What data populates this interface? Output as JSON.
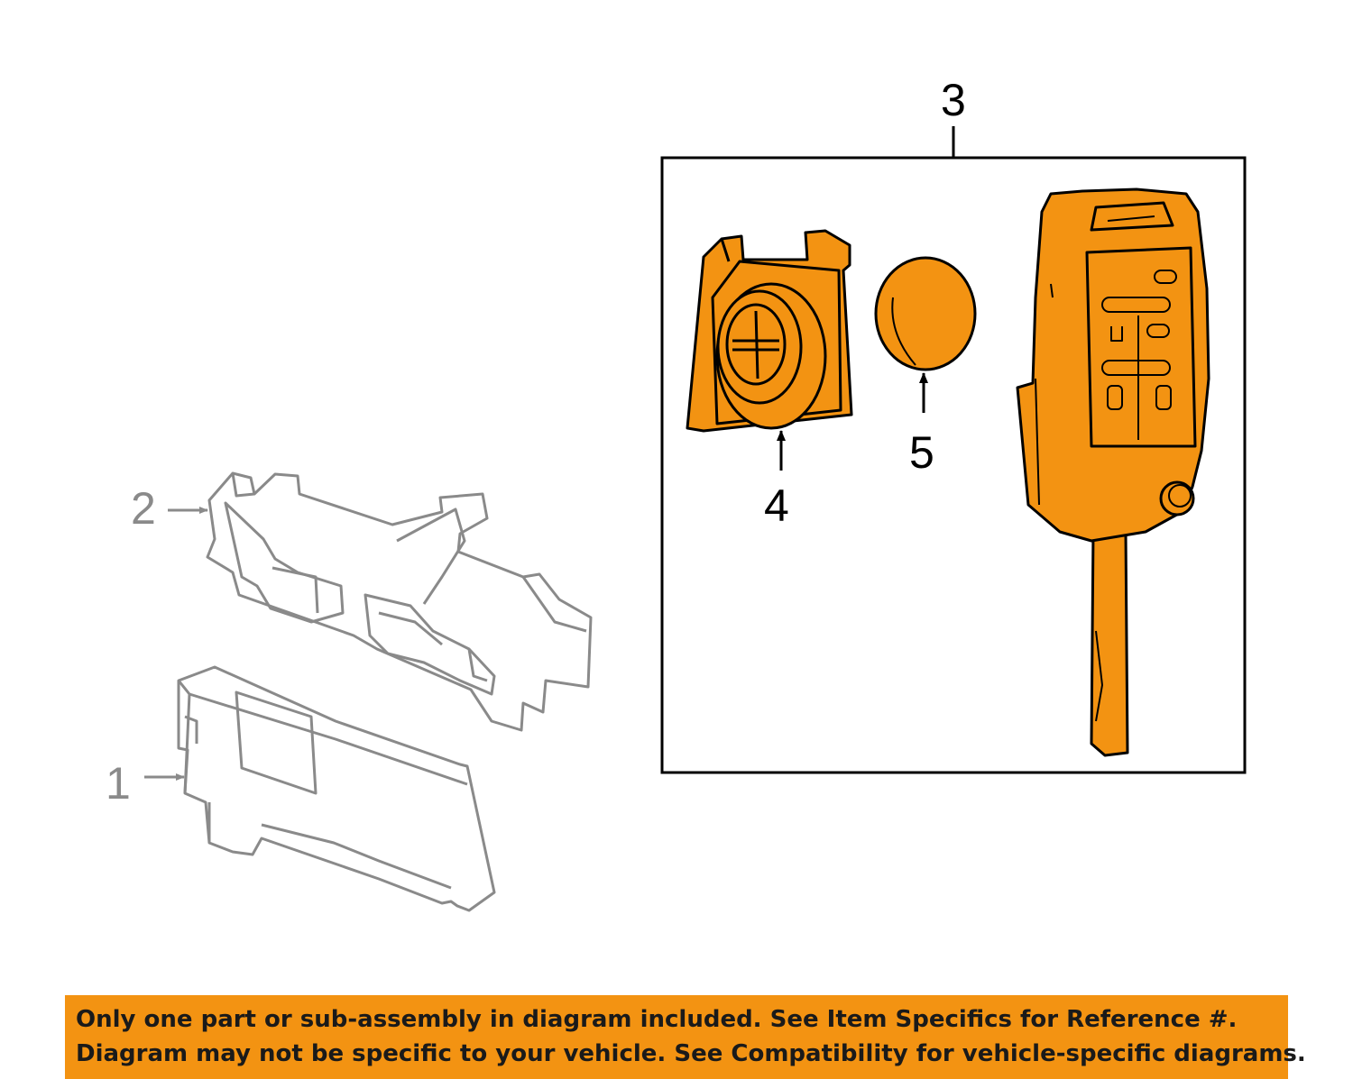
{
  "callouts": {
    "c1": "1",
    "c2": "2",
    "c3": "3",
    "c4": "4",
    "c5": "5"
  },
  "notice": {
    "line1": "Only one part or sub-assembly in diagram included. See Item Specifics for Reference #.",
    "line2": "Diagram may not be specific to your vehicle. See Compatibility for vehicle-specific diagrams."
  },
  "colors": {
    "highlight_fill": "#f39312",
    "line_gray": "#8a8a8a",
    "line_black": "#000000",
    "notice_bg": "#f39312"
  }
}
